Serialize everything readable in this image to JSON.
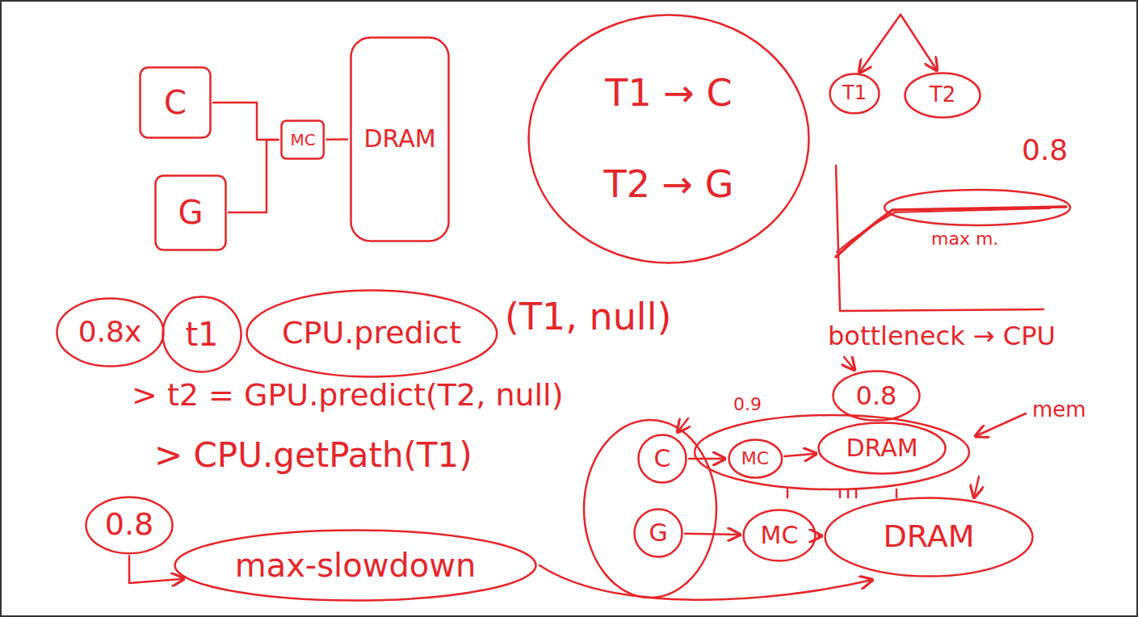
{
  "diagram": {
    "nodes": [
      {
        "text": [
          "C"
        ]
      },
      {
        "text": [
          "G"
        ]
      },
      {
        "text": [
          "MC"
        ]
      },
      {
        "text": [
          "DRAM"
        ]
      },
      {
        "text": [
          "T1 → C",
          "T2 → G"
        ]
      },
      {
        "text": [
          "T1"
        ]
      },
      {
        "text": [
          "T2"
        ]
      },
      {
        "text": [
          "0.8x"
        ]
      },
      {
        "text": [
          "t1"
        ]
      },
      {
        "text": [
          "CPU.predict"
        ]
      },
      {
        "text": [
          "0.8"
        ]
      },
      {
        "text": [
          "C"
        ]
      },
      {
        "text": [
          "MC"
        ]
      },
      {
        "text": [
          "DRAM"
        ]
      },
      {
        "text": [
          "G"
        ]
      },
      {
        "text": [
          "MC"
        ]
      },
      {
        "text": [
          "DRAM"
        ]
      },
      {
        "text": [
          "0.8"
        ]
      },
      {
        "text": [
          "max-slowdown"
        ]
      }
    ],
    "edges": [
      {
        "from": 0,
        "to": 2,
        "arrow": "none"
      },
      {
        "from": 1,
        "to": 2,
        "arrow": "none"
      },
      {
        "from": 2,
        "to": 3,
        "arrow": "none"
      },
      {
        "from": 11,
        "to": 12,
        "arrow": "to"
      },
      {
        "from": 12,
        "to": 13,
        "arrow": "to"
      },
      {
        "from": 14,
        "to": 15,
        "arrow": "to"
      },
      {
        "from": 15,
        "to": 16,
        "arrow": "to"
      },
      {
        "from": 17,
        "to": 18,
        "arrow": "to"
      }
    ],
    "labels": [
      "0.8",
      "max m.",
      "(T1, null)",
      "bottleneck → CPU",
      "> t2 = GPU.predict(T2, null)",
      "0.9",
      "mem",
      "> CPU.getPath(T1)"
    ]
  }
}
